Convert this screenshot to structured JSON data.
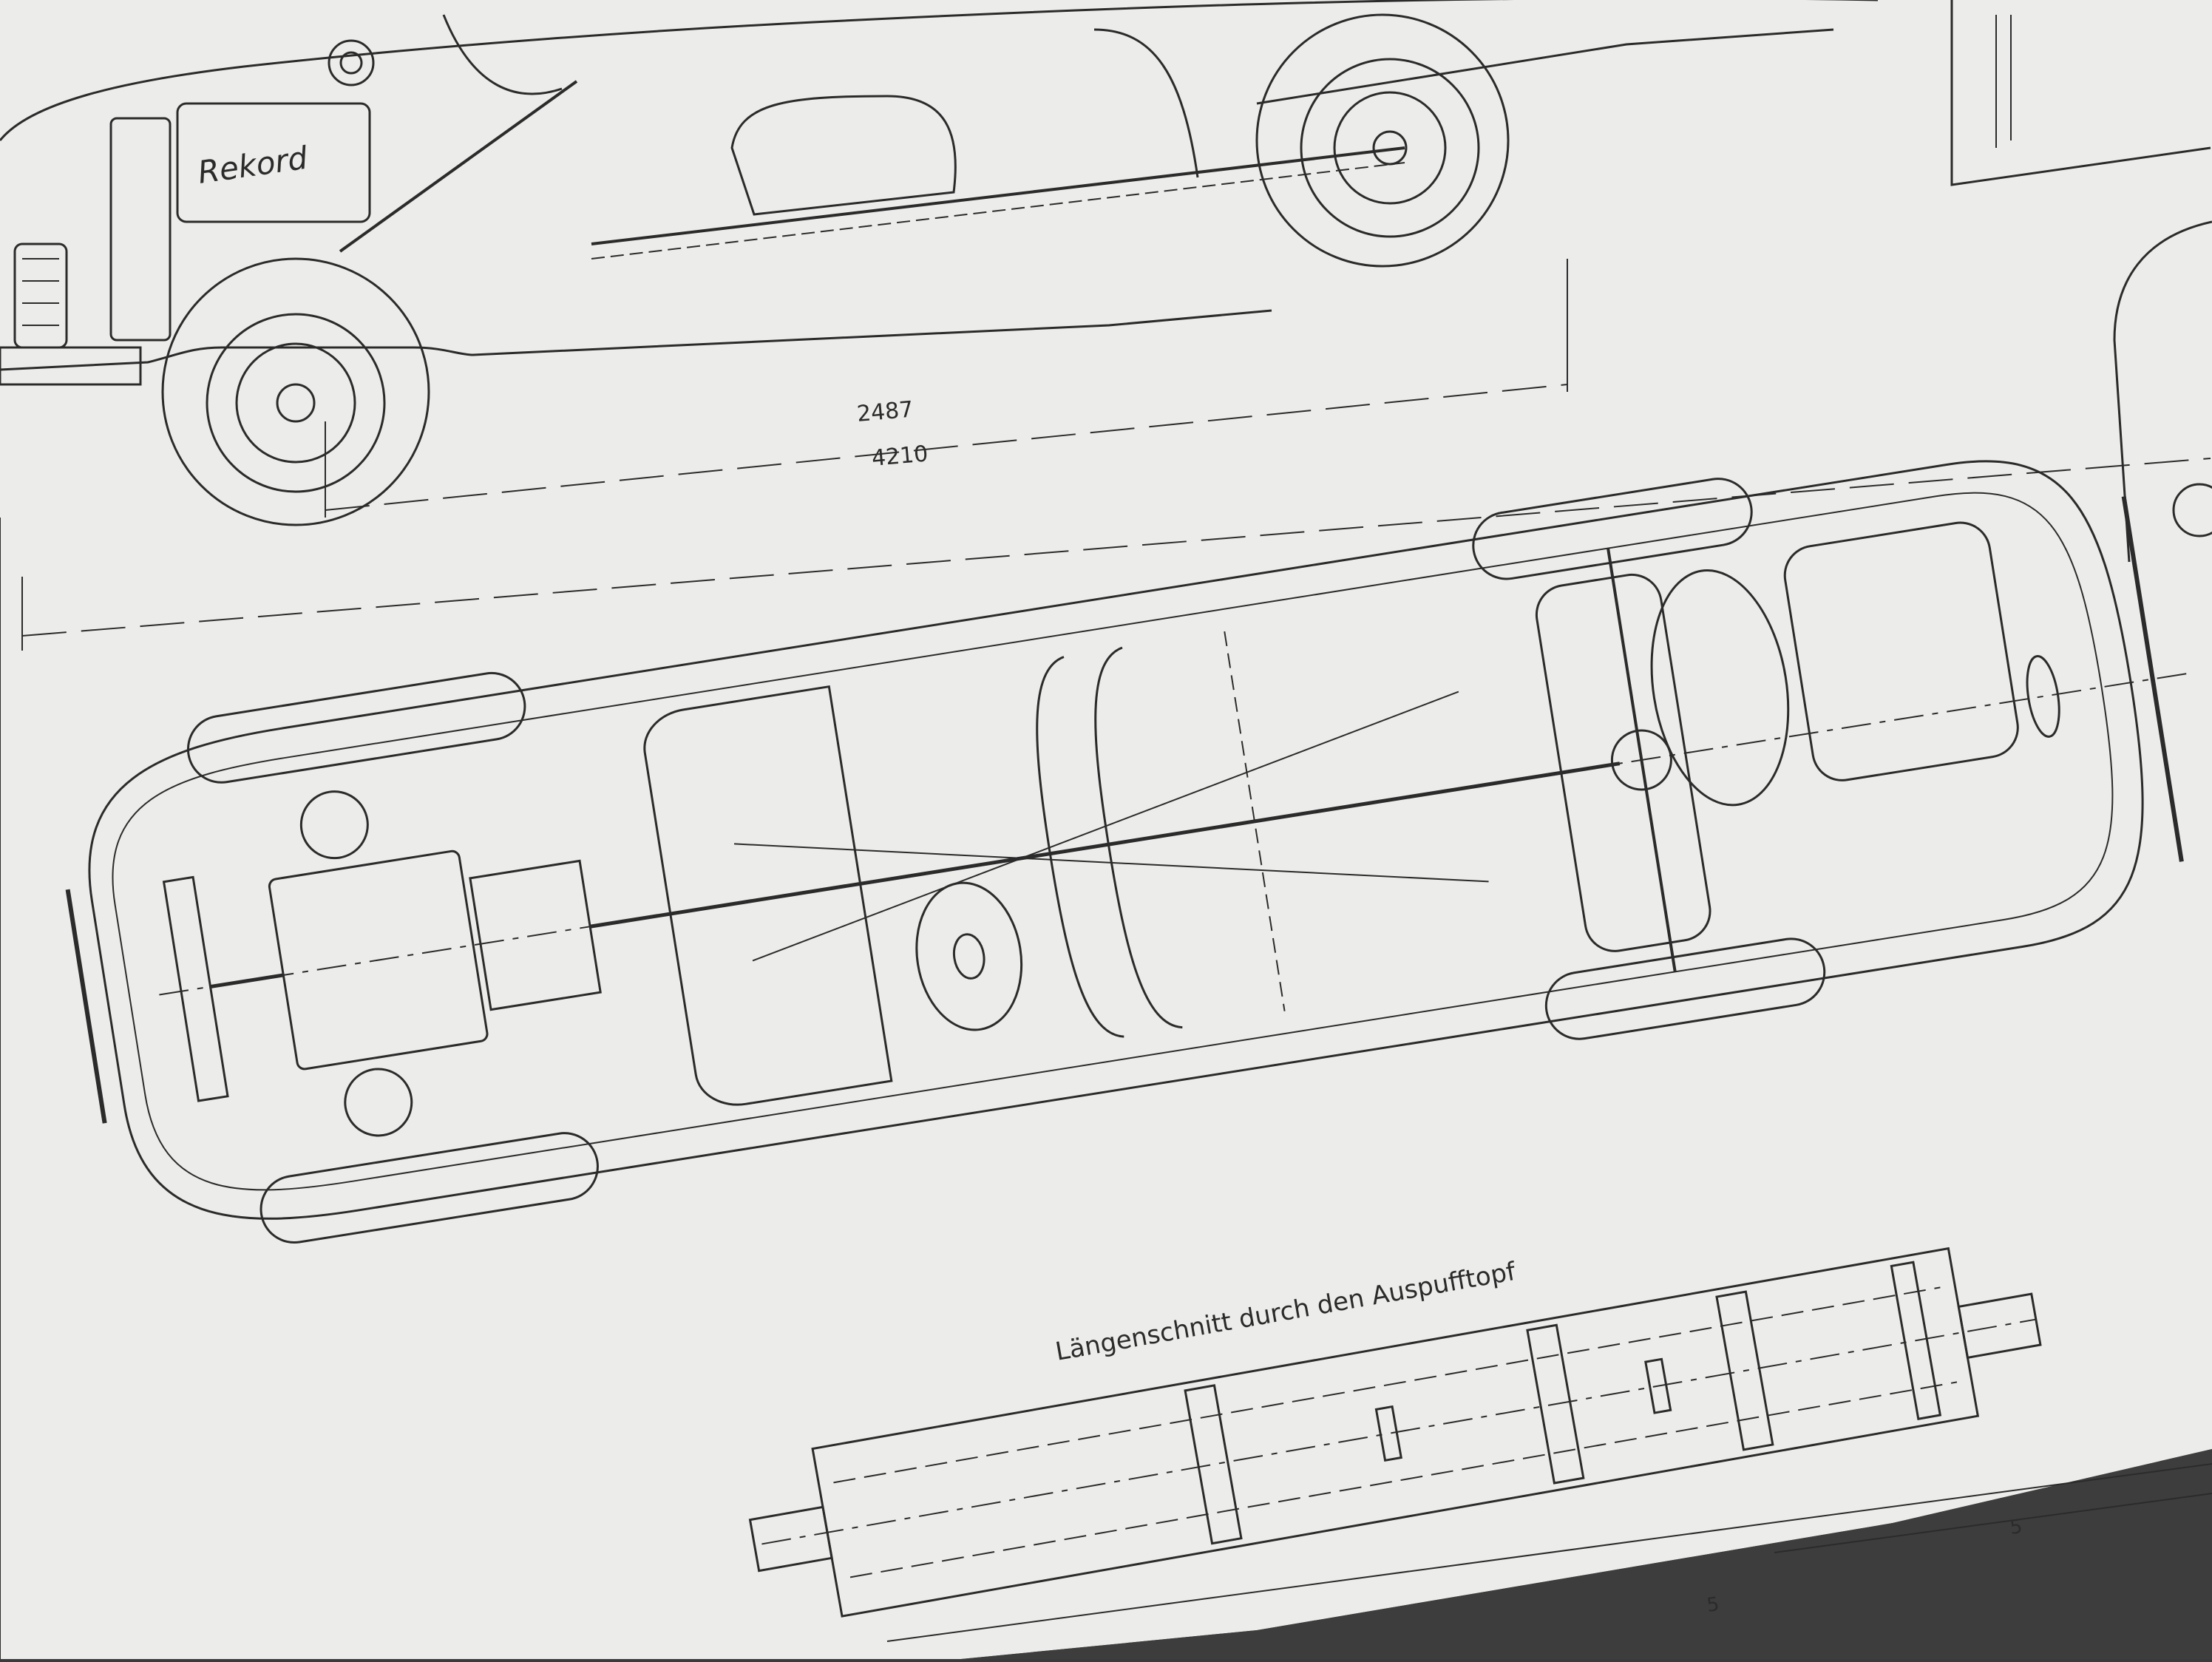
{
  "drawing": {
    "dimensions": {
      "wheelbase": "2487",
      "overall_length": "4210"
    },
    "logo_script": "Rekord",
    "muffler_caption": "Längenschnitt durch den Auspufftopf",
    "scale_marks": [
      "5",
      "5"
    ],
    "colors": {
      "paper": "#ececea",
      "ink": "#2b2b2b",
      "floor": "#3a3a3a"
    }
  }
}
